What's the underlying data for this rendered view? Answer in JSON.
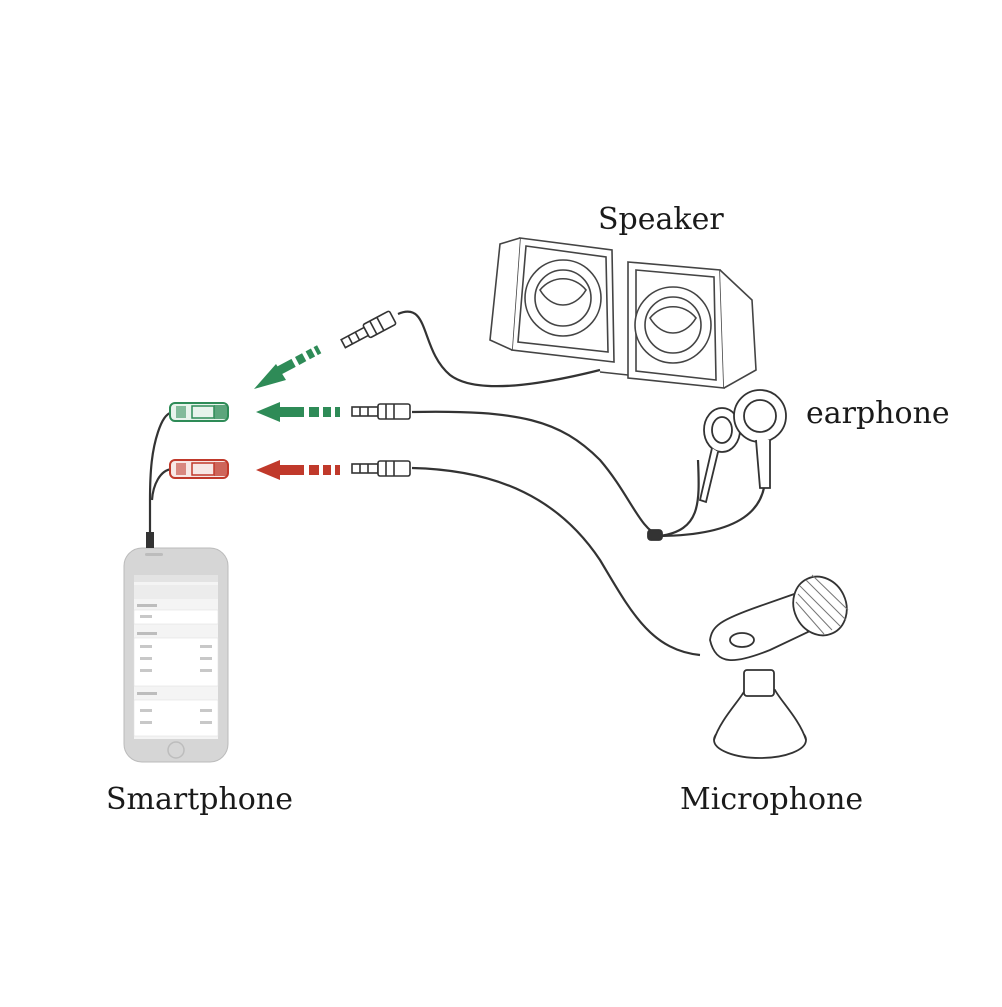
{
  "labels": {
    "speaker": "Speaker",
    "earphone": "earphone",
    "smartphone": "Smartphone",
    "microphone": "Microphone"
  },
  "colors": {
    "green_plug": "#2e8b57",
    "red_plug": "#c0392b",
    "line": "#333333",
    "phone_body": "#d6d6d6"
  },
  "icons": [
    "speaker-icon",
    "earphone-icon",
    "microphone-icon",
    "smartphone-icon",
    "audio-jack-icon",
    "arrow-left-icon"
  ]
}
